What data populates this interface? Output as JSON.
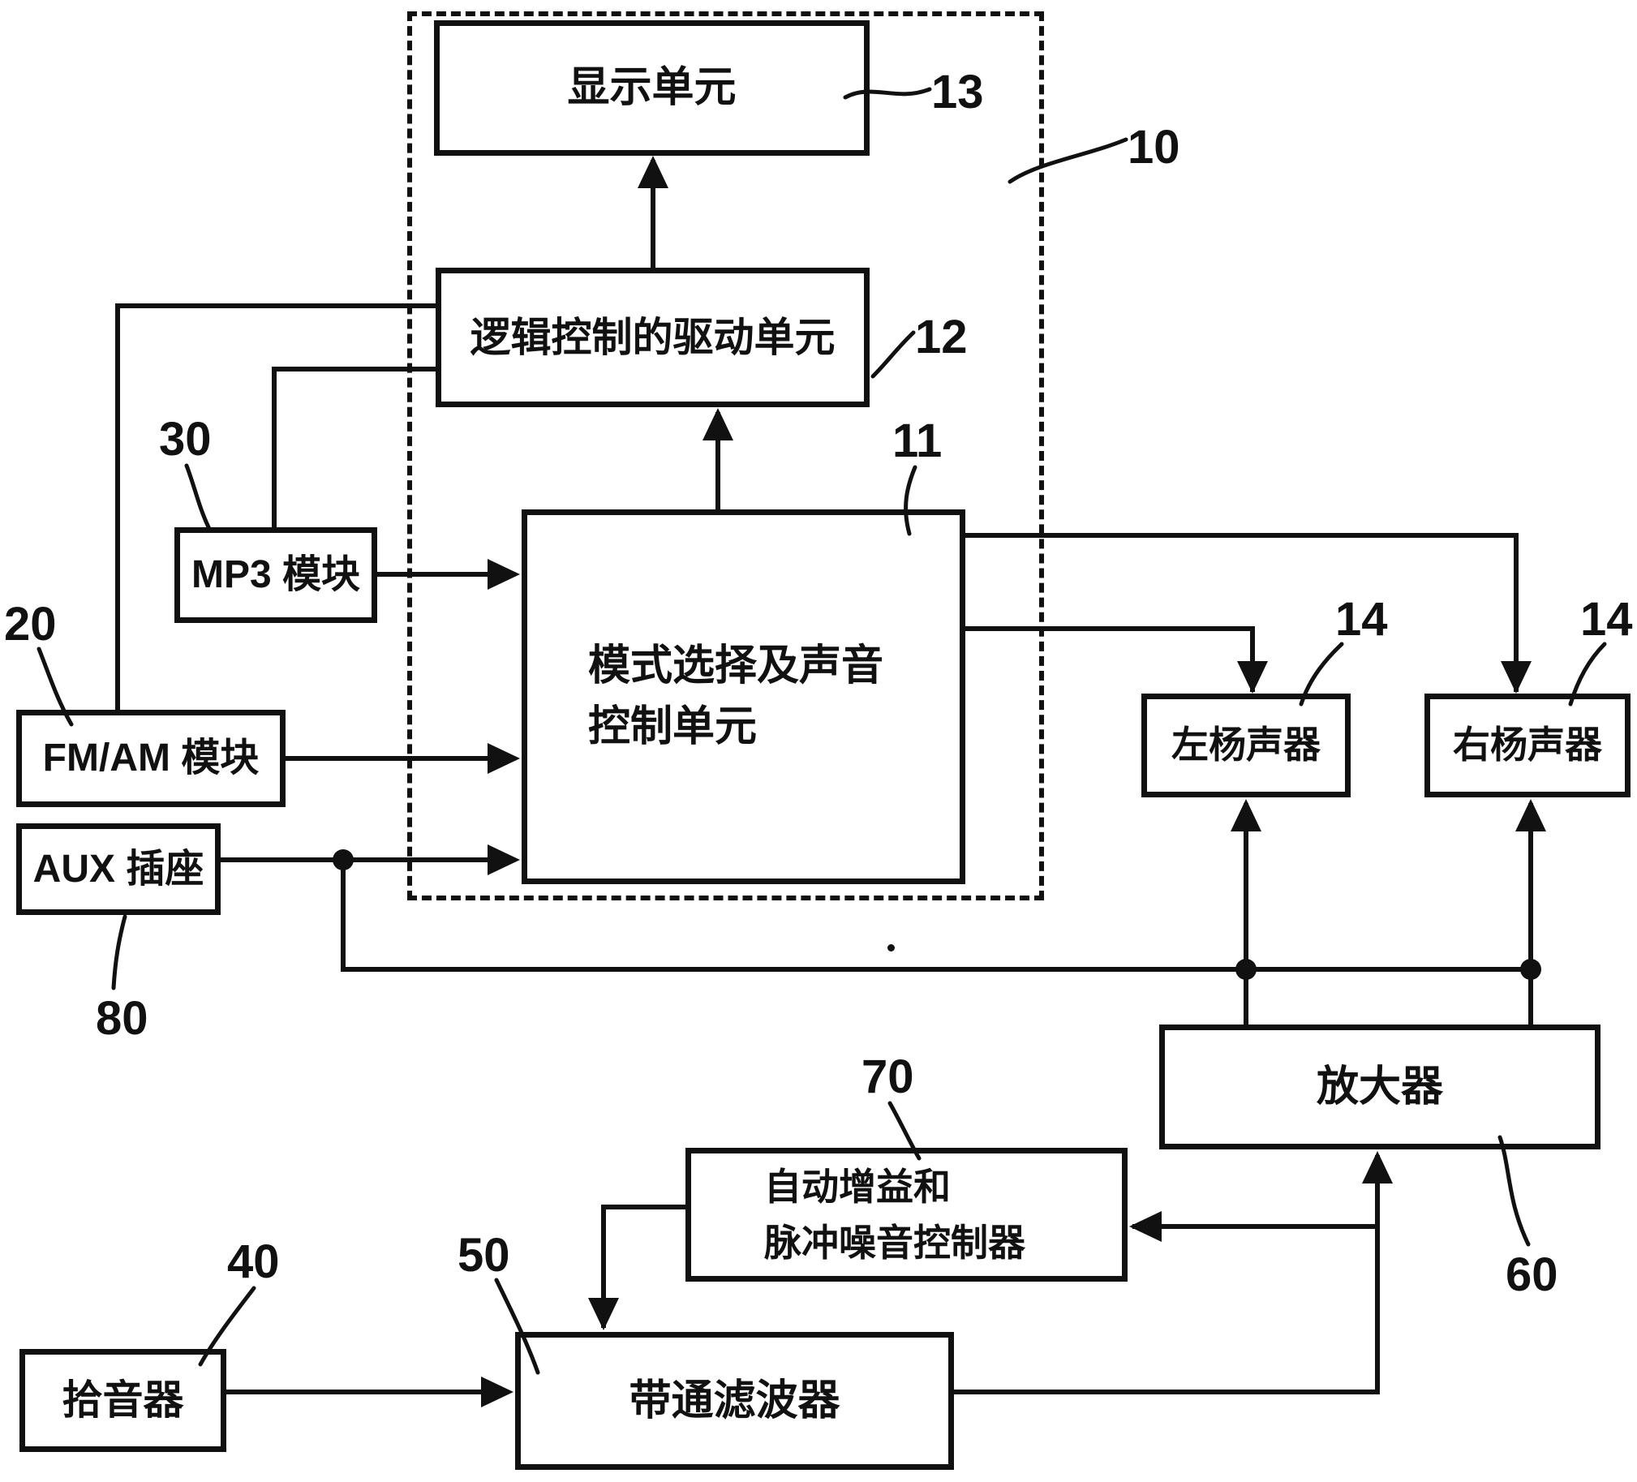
{
  "blocks": {
    "system": {
      "ref": "10"
    },
    "display_unit": {
      "label": "显示单元",
      "ref": "13"
    },
    "logic_drive": {
      "label": "逻辑控制的驱动单元",
      "ref": "12"
    },
    "mode_select": {
      "label_line1": "模式选择及声音",
      "label_line2": "控制单元",
      "ref": "11"
    },
    "mp3": {
      "label": "MP3 模块",
      "ref": "30"
    },
    "fm_am": {
      "label": "FM/AM 模块",
      "ref": "20"
    },
    "aux": {
      "label": "AUX 插座",
      "ref": "80"
    },
    "left_speaker": {
      "label": "左杨声器",
      "ref": "14"
    },
    "right_speaker": {
      "label": "右杨声器",
      "ref": "14"
    },
    "amplifier": {
      "label": "放大器",
      "ref": "60"
    },
    "agc": {
      "label_line1": "自动增益和",
      "label_line2": "脉冲噪音控制器",
      "ref": "70"
    },
    "bandpass": {
      "label": "带通滤波器",
      "ref": "50"
    },
    "pickup": {
      "label": "拾音器",
      "ref": "40"
    }
  },
  "colors": {
    "line": "#111111",
    "background": "#ffffff"
  }
}
